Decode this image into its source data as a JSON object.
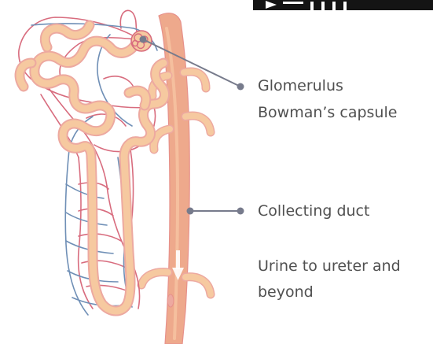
{
  "labels": {
    "glomerulus": "Glomerulus",
    "bowmans_capsule": "Bowman’s capsule",
    "collecting_duct": "Collecting duct",
    "urine_line1": "Urine to ureter and",
    "urine_line2": "beyond"
  },
  "colors": {
    "tubule_fill": "#f6c9a0",
    "tubule_outline": "#eda9a0",
    "duct_fill": "#eea98c",
    "duct_highlight": "#f6c4a3",
    "artery": "#d86c7e",
    "vein": "#6f8fb6",
    "leader_line": "#777b8c",
    "label_text": "#505050",
    "top_logo": "#141414"
  }
}
